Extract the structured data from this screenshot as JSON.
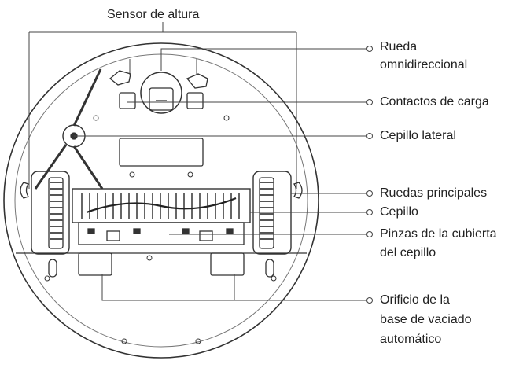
{
  "labels": {
    "sensor_altura": "Sensor de altura",
    "rueda_omni_1": "Rueda",
    "rueda_omni_2": "omnidireccional",
    "contactos_carga": "Contactos de carga",
    "cepillo_lateral": "Cepillo lateral",
    "ruedas_principales": "Ruedas principales",
    "cepillo": "Cepillo",
    "pinzas_1": "Pinzas de la cubierta",
    "pinzas_2": "del cepillo",
    "orificio_1": "Orificio de la",
    "orificio_2": "base de vaciado",
    "orificio_3": "automático"
  }
}
